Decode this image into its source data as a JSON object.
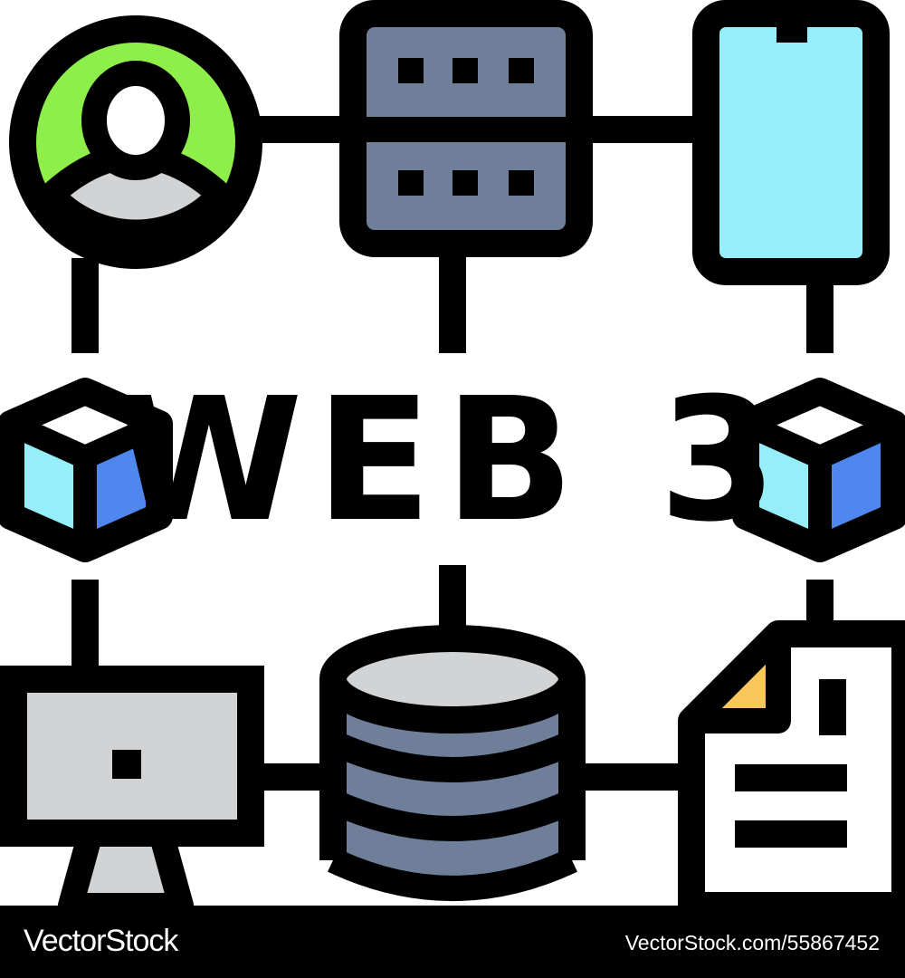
{
  "diagram": {
    "title": "WEB 3",
    "nodes": [
      {
        "name": "user-icon"
      },
      {
        "name": "server-icon"
      },
      {
        "name": "smartphone-icon"
      },
      {
        "name": "blockchain-block-icon"
      },
      {
        "name": "blockchain-block-icon"
      },
      {
        "name": "computer-monitor-icon"
      },
      {
        "name": "database-icon"
      },
      {
        "name": "document-icon"
      }
    ]
  },
  "colors": {
    "outline": "#000000",
    "green": "#8fef4a",
    "gray": "#d1d3d4",
    "slate": "#6f7f99",
    "cyan": "#96eef8",
    "blue": "#4f87ee",
    "yellow": "#f7c65c",
    "white": "#ffffff"
  },
  "watermark": {
    "brand": "VectorStock",
    "id": "VectorStock.com/55867452"
  }
}
